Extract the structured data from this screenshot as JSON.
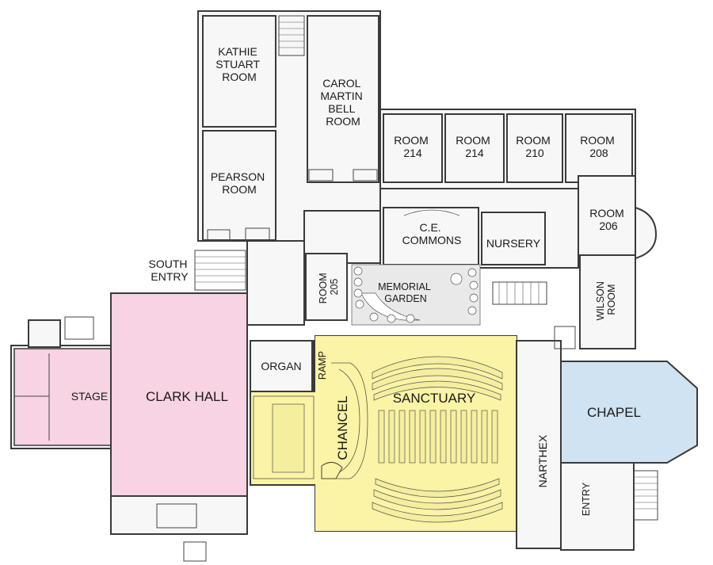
{
  "colors": {
    "clark_hall": "#f7d3e3",
    "sanctuary": "#fbf3a5",
    "chapel": "#cfe3f2",
    "wall": "#3a3a3a",
    "floor": "#f7f7f7"
  },
  "rooms": {
    "kathie_stuart": [
      "KATHIE",
      "STUART",
      "ROOM"
    ],
    "carol_martin_bell": [
      "CAROL",
      "MARTIN",
      "BELL",
      "ROOM"
    ],
    "room_214a": [
      "ROOM",
      "214"
    ],
    "room_214b": [
      "ROOM",
      "214"
    ],
    "room_210": [
      "ROOM",
      "210"
    ],
    "room_208": [
      "ROOM",
      "208"
    ],
    "room_206": [
      "ROOM",
      "206"
    ],
    "pearson": [
      "PEARSON",
      "ROOM"
    ],
    "ce_commons": [
      "C.E.",
      "COMMONS"
    ],
    "nursery": "NURSERY",
    "south_entry": [
      "SOUTH",
      "ENTRY"
    ],
    "room_205": [
      "ROOM",
      "205"
    ],
    "memorial_garden": [
      "MEMORIAL",
      "GARDEN"
    ],
    "wilson": [
      "WILSON",
      "ROOM"
    ],
    "organ": "ORGAN",
    "ramp": "RAMP",
    "sanctuary": "SANCTUARY",
    "chancel": "CHANCEL",
    "stage": "STAGE",
    "clark_hall": "CLARK HALL",
    "narthex": "NARTHEX",
    "chapel": "CHAPEL",
    "entry": "ENTRY"
  }
}
